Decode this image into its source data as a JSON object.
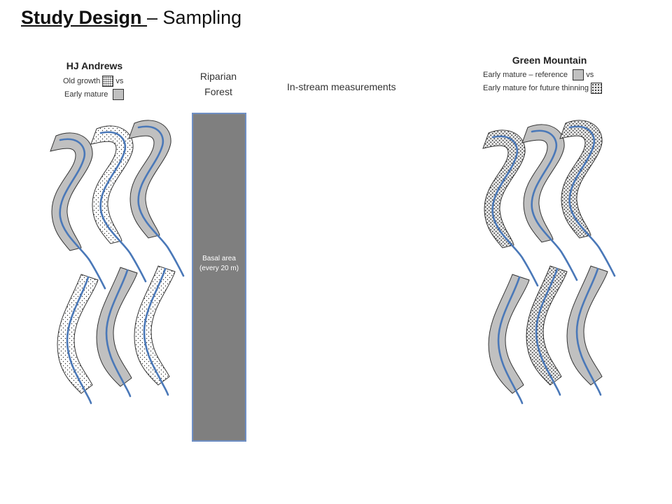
{
  "title": {
    "underlined": "Study Design ",
    "rest": "– Sampling"
  },
  "hj_andrews": {
    "heading": "HJ Andrews",
    "legend_line1_left": "Old growth",
    "legend_line1_right": "vs",
    "legend_line2": "Early mature"
  },
  "riparian": {
    "line1": "Riparian",
    "line2": "Forest"
  },
  "instream": "In-stream measurements",
  "basal": "Basal area (every 20 m)",
  "green_mountain": {
    "heading": "Green Mountain",
    "legend_line1": "Early mature – reference",
    "legend_line1_right": "vs",
    "legend_line2": "Early mature for future thinning"
  },
  "colors": {
    "stream": "#4a78b8",
    "early_mature": "#c0c0c0",
    "outline": "#333333",
    "basal_bar": "#7f7f7f"
  },
  "icons": {
    "reach_stream": "stream-reach-icon",
    "old_growth_swatch": "dotted-swatch-icon",
    "early_mature_swatch": "grey-swatch-icon",
    "thinning_swatch": "stippled-swatch-icon"
  }
}
